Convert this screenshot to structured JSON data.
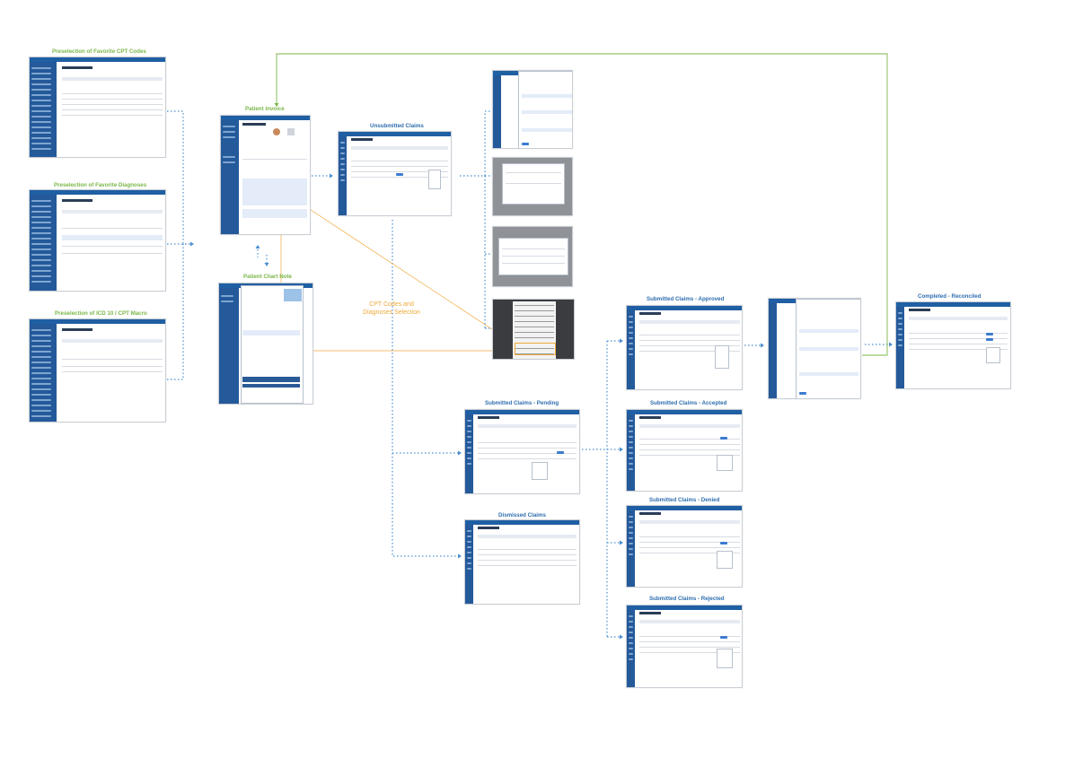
{
  "labels": {
    "fav_cpt": "Preselection of Favorite CPT Codes",
    "fav_dx": "Preselection of Favorite Diagnoses",
    "fav_icd": "Preselection of ICD 10 / CPT Macro",
    "patient_invoice": "Patient Invoice",
    "patient_chart": "Patient Chart Note",
    "unsubmitted": "Unsubmitted Claims",
    "cpt_dx_selection_1": "CPT Codes and",
    "cpt_dx_selection_2": "Diagnoses Selection",
    "pending": "Submitted Claims - Pending",
    "dismissed": "Dismissed Claims",
    "approved": "Submitted Claims - Approved",
    "accepted": "Submitted Claims - Accepted",
    "denied": "Submitted Claims - Denied",
    "rejected": "Submitted Claims - Rejected",
    "reconciled": "Completed - Reconciled"
  },
  "colors": {
    "green": "#7ab648",
    "blue_text": "#2e6eae",
    "orange": "#f0a93b",
    "connector": "#4a8fd1",
    "feedback_line": "#7ab648",
    "app_header": "#1f5fa3",
    "app_sidebar": "#24599a"
  }
}
